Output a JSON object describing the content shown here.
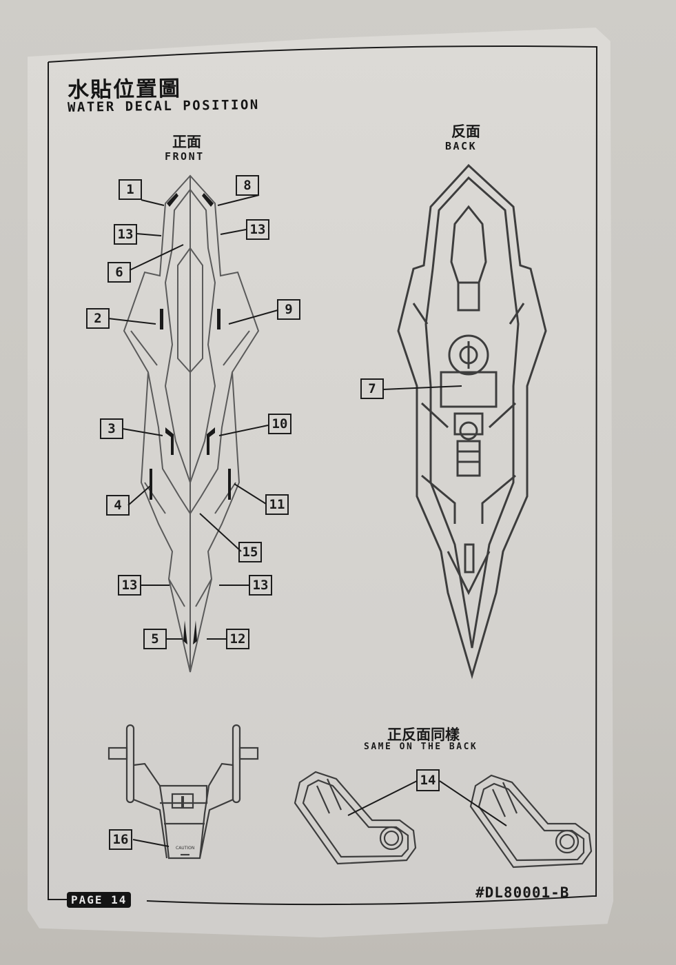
{
  "header": {
    "title_cn": "水貼位置圖",
    "title_en": "WATER DECAL POSITION"
  },
  "front": {
    "label_cn": "正面",
    "label_en": "FRONT",
    "callouts": [
      "1",
      "8",
      "13",
      "13",
      "6",
      "2",
      "9",
      "3",
      "10",
      "4",
      "11",
      "15",
      "13",
      "13",
      "5",
      "12"
    ]
  },
  "back": {
    "label_cn": "反面",
    "label_en": "BACK",
    "callouts": [
      "7"
    ]
  },
  "part_a": {
    "callouts": [
      "16"
    ],
    "marking_text": "CAUTION"
  },
  "part_b": {
    "label_cn": "正反面同樣",
    "label_en": "SAME ON THE BACK",
    "callouts": [
      "14"
    ]
  },
  "footer": {
    "page_label": "PAGE 14",
    "product_code": "#DL80001-B"
  },
  "colors": {
    "ink": "#1a1a1a",
    "line_gray": "#555555",
    "paper": "#d8d6d2",
    "background": "#c9c7c2"
  }
}
